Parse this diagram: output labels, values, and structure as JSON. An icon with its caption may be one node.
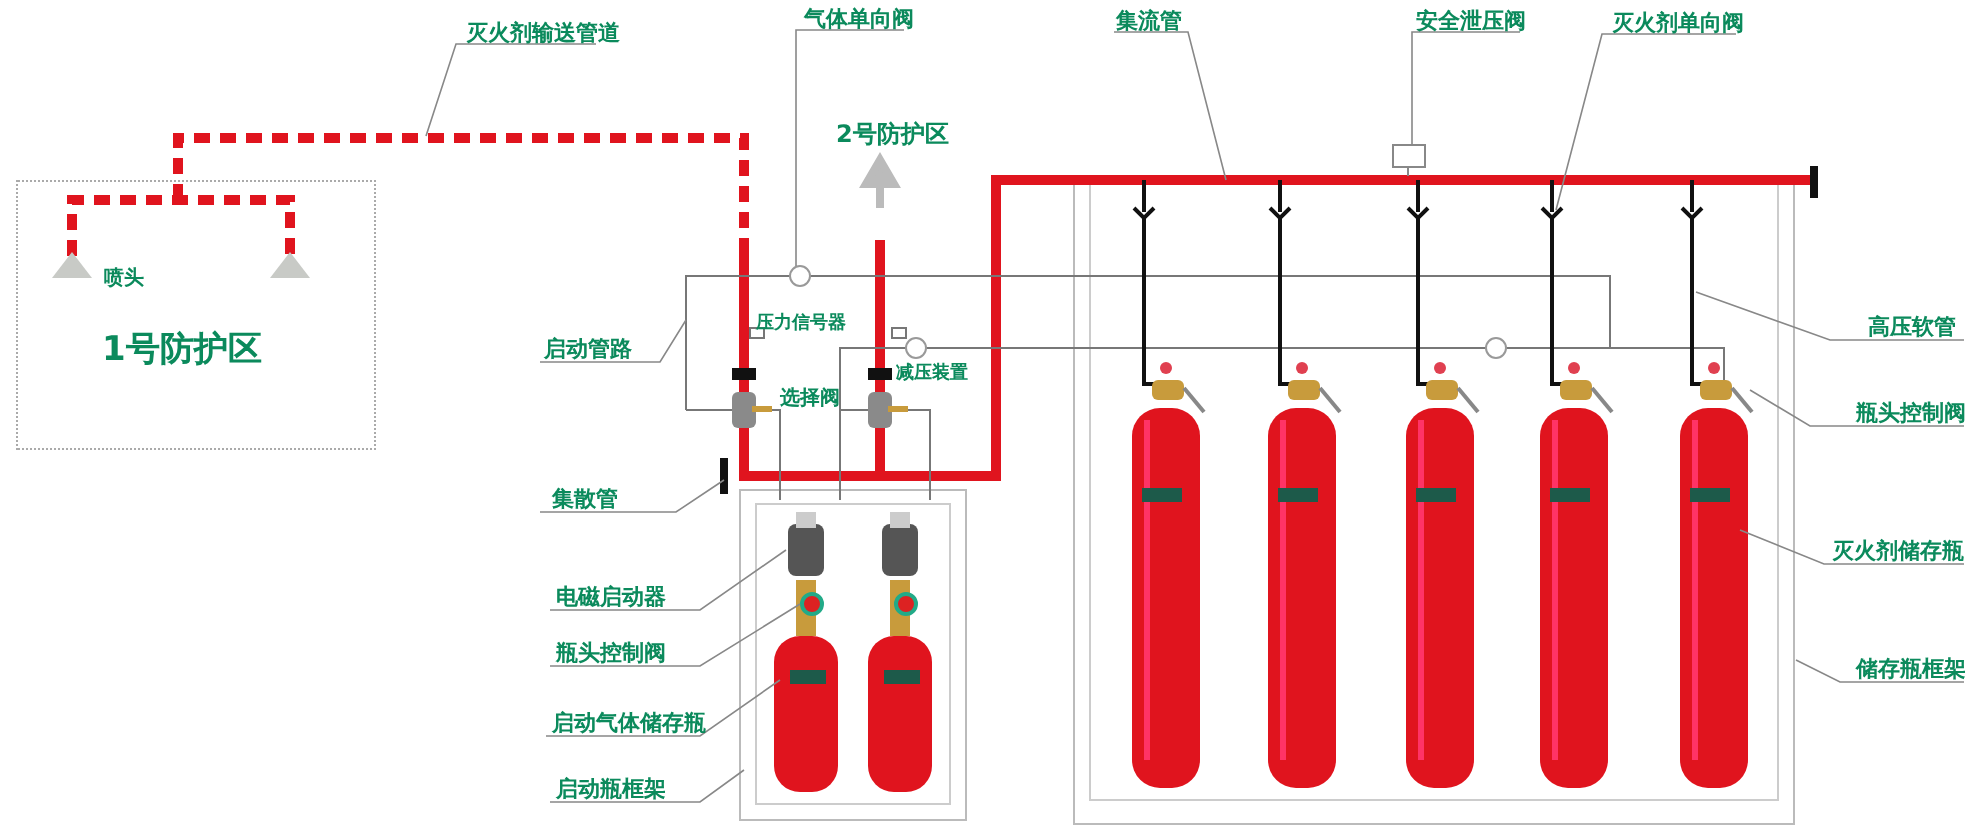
{
  "diagram": {
    "nodes": [
      {
        "text": [
          "1号防护区"
        ]
      },
      {
        "text": [
          "灭火剂输送管道"
        ]
      },
      {
        "text": [
          "气体单向阀"
        ]
      },
      {
        "text": [
          "集流管"
        ]
      },
      {
        "text": [
          "安全泄压阀"
        ]
      },
      {
        "text": [
          "灭火剂单向阀"
        ]
      },
      {
        "text": [
          "高压软管"
        ]
      },
      {
        "text": [
          "启动管路"
        ]
      },
      {
        "text": [
          "瓶头控制阀"
        ]
      },
      {
        "text": [
          "集散管"
        ]
      },
      {
        "text": [
          "电磁启动器"
        ]
      },
      {
        "text": [
          "瓶头控制阀"
        ]
      },
      {
        "text": [
          "启动气体储存瓶"
        ]
      },
      {
        "text": [
          "灭火剂储存瓶"
        ]
      },
      {
        "text": [
          "启动瓶框架"
        ]
      },
      {
        "text": [
          "储存瓶框架"
        ]
      },
      {
        "text": [],
        "shape": "box"
      }
    ],
    "edges": [
      {
        "from": 1,
        "to": null,
        "arrow": "none"
      },
      {
        "from": 2,
        "to": null,
        "arrow": "none"
      },
      {
        "from": 3,
        "to": null,
        "arrow": "none"
      },
      {
        "from": 4,
        "to": 16,
        "arrow": "none"
      },
      {
        "from": 5,
        "to": null,
        "arrow": "none"
      },
      {
        "from": 6,
        "to": null,
        "arrow": "none"
      },
      {
        "from": 7,
        "to": null,
        "arrow": "none"
      },
      {
        "from": 8,
        "to": null,
        "arrow": "none"
      },
      {
        "from": 9,
        "to": null,
        "arrow": "none"
      },
      {
        "from": 10,
        "to": null,
        "arrow": "none"
      },
      {
        "from": 11,
        "to": null,
        "arrow": "none"
      },
      {
        "from": 12,
        "to": null,
        "arrow": "none"
      },
      {
        "from": 13,
        "to": null,
        "arrow": "none"
      },
      {
        "from": 14,
        "to": null,
        "arrow": "none"
      },
      {
        "from": 15,
        "to": null,
        "arrow": "none"
      }
    ],
    "labels": [
      "2号防护区",
      "喷头",
      "压力信号器",
      "减压装置",
      "选择阀"
    ]
  }
}
